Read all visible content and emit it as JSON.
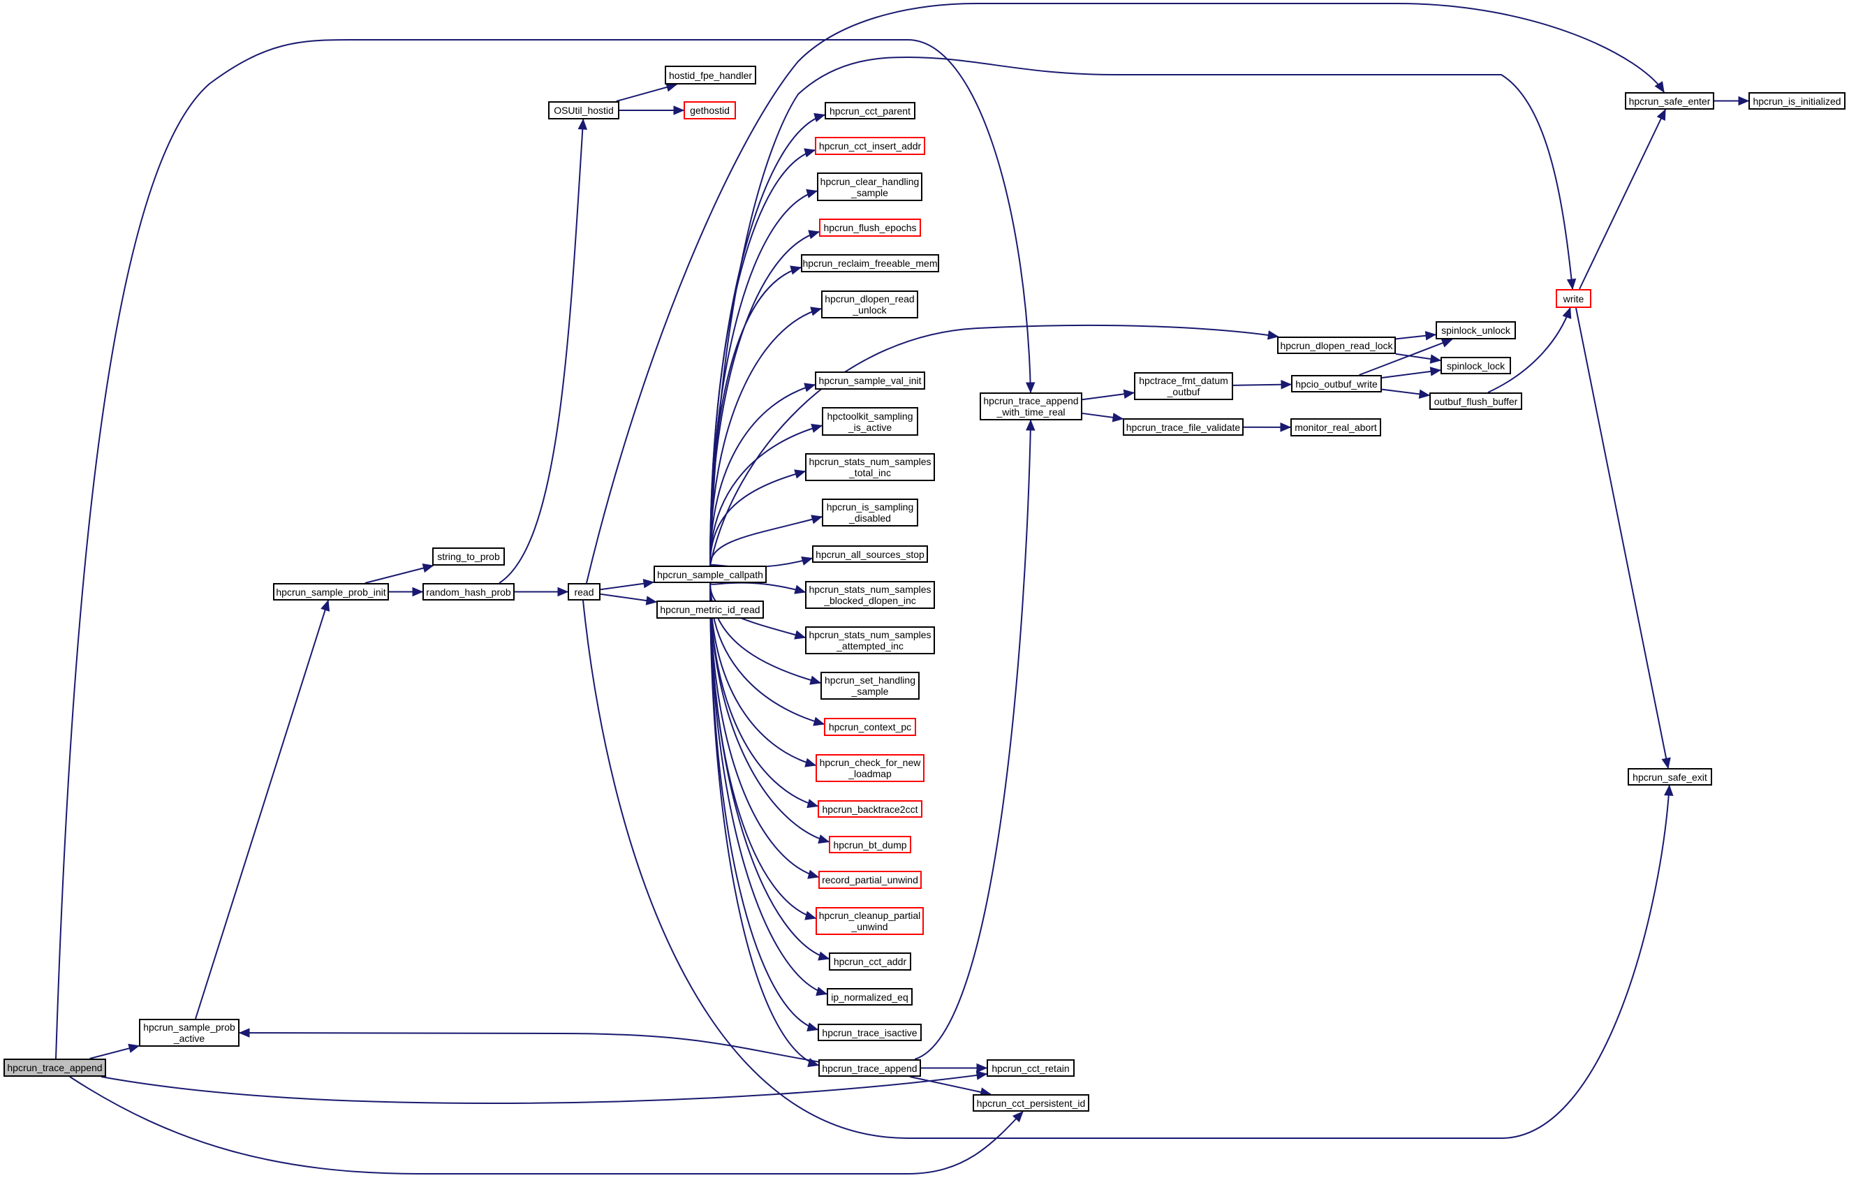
{
  "diagram": {
    "type": "call-graph",
    "root": "hpcrun_trace_append",
    "colors": {
      "edge": "#191970",
      "root_fill": "#bfbfbf",
      "node_border": "#000000",
      "undocumented_border": "#ff0000"
    },
    "nodes": {
      "root": {
        "label": "hpcrun_trace_append",
        "style": "root"
      },
      "prob_active": {
        "label": "hpcrun_sample_prob\n_active",
        "style": "normal"
      },
      "prob_init": {
        "label": "hpcrun_sample_prob_init",
        "style": "normal"
      },
      "string_to_prob": {
        "label": "string_to_prob",
        "style": "normal"
      },
      "random_hash_prob": {
        "label": "random_hash_prob",
        "style": "normal"
      },
      "osutil_hostid": {
        "label": "OSUtil_hostid",
        "style": "normal"
      },
      "hostid_fpe_handler": {
        "label": "hostid_fpe_handler",
        "style": "normal"
      },
      "gethostid": {
        "label": "gethostid",
        "style": "undoc"
      },
      "read": {
        "label": "read",
        "style": "normal"
      },
      "sample_callpath": {
        "label": "hpcrun_sample_callpath",
        "style": "normal"
      },
      "metric_id_read": {
        "label": "hpcrun_metric_id_read",
        "style": "normal"
      },
      "cct_parent": {
        "label": "hpcrun_cct_parent",
        "style": "normal"
      },
      "cct_insert_addr": {
        "label": "hpcrun_cct_insert_addr",
        "style": "undoc"
      },
      "clear_handling_sample": {
        "label": "hpcrun_clear_handling\n_sample",
        "style": "normal"
      },
      "flush_epochs": {
        "label": "hpcrun_flush_epochs",
        "style": "undoc"
      },
      "reclaim_freeable_mem": {
        "label": "hpcrun_reclaim_freeable_mem",
        "style": "normal"
      },
      "dlopen_read_unlock": {
        "label": "hpcrun_dlopen_read\n_unlock",
        "style": "normal"
      },
      "sample_val_init": {
        "label": "hpcrun_sample_val_init",
        "style": "normal"
      },
      "sampling_is_active": {
        "label": "hpctoolkit_sampling\n_is_active",
        "style": "normal"
      },
      "stats_total_inc": {
        "label": "hpcrun_stats_num_samples\n_total_inc",
        "style": "normal"
      },
      "is_sampling_disabled": {
        "label": "hpcrun_is_sampling\n_disabled",
        "style": "normal"
      },
      "all_sources_stop": {
        "label": "hpcrun_all_sources_stop",
        "style": "normal"
      },
      "stats_blocked_dlopen_inc": {
        "label": "hpcrun_stats_num_samples\n_blocked_dlopen_inc",
        "style": "normal"
      },
      "stats_attempted_inc": {
        "label": "hpcrun_stats_num_samples\n_attempted_inc",
        "style": "normal"
      },
      "set_handling_sample": {
        "label": "hpcrun_set_handling\n_sample",
        "style": "normal"
      },
      "context_pc": {
        "label": "hpcrun_context_pc",
        "style": "undoc"
      },
      "check_for_new_loadmap": {
        "label": "hpcrun_check_for_new\n_loadmap",
        "style": "undoc"
      },
      "backtrace2cct": {
        "label": "hpcrun_backtrace2cct",
        "style": "undoc"
      },
      "bt_dump": {
        "label": "hpcrun_bt_dump",
        "style": "undoc"
      },
      "record_partial_unwind": {
        "label": "record_partial_unwind",
        "style": "undoc"
      },
      "cleanup_partial_unwind": {
        "label": "hpcrun_cleanup_partial\n_unwind",
        "style": "undoc"
      },
      "cct_addr": {
        "label": "hpcrun_cct_addr",
        "style": "normal"
      },
      "ip_normalized_eq": {
        "label": "ip_normalized_eq",
        "style": "normal"
      },
      "trace_isactive": {
        "label": "hpcrun_trace_isactive",
        "style": "normal"
      },
      "trace_append2": {
        "label": "hpcrun_trace_append",
        "style": "normal"
      },
      "cct_retain": {
        "label": "hpcrun_cct_retain",
        "style": "normal"
      },
      "cct_persistent_id": {
        "label": "hpcrun_cct_persistent_id",
        "style": "normal"
      },
      "append_with_time_real": {
        "label": "hpcrun_trace_append\n_with_time_real",
        "style": "normal"
      },
      "fmt_datum_outbuf": {
        "label": "hpctrace_fmt_datum\n_outbuf",
        "style": "normal"
      },
      "trace_file_validate": {
        "label": "hpcrun_trace_file_validate",
        "style": "normal"
      },
      "dlopen_read_lock": {
        "label": "hpcrun_dlopen_read_lock",
        "style": "normal"
      },
      "hpcio_outbuf_write": {
        "label": "hpcio_outbuf_write",
        "style": "normal"
      },
      "monitor_real_abort": {
        "label": "monitor_real_abort",
        "style": "normal"
      },
      "spinlock_unlock": {
        "label": "spinlock_unlock",
        "style": "normal"
      },
      "spinlock_lock": {
        "label": "spinlock_lock",
        "style": "normal"
      },
      "outbuf_flush_buffer": {
        "label": "outbuf_flush_buffer",
        "style": "normal"
      },
      "write": {
        "label": "write",
        "style": "undoc"
      },
      "safe_enter": {
        "label": "hpcrun_safe_enter",
        "style": "normal"
      },
      "is_initialized": {
        "label": "hpcrun_is_initialized",
        "style": "normal"
      },
      "safe_exit": {
        "label": "hpcrun_safe_exit",
        "style": "normal"
      }
    },
    "edges": [
      [
        "root",
        "prob_active"
      ],
      [
        "root",
        "append_with_time_real"
      ],
      [
        "root",
        "cct_retain"
      ],
      [
        "root",
        "cct_persistent_id"
      ],
      [
        "prob_active",
        "prob_init"
      ],
      [
        "prob_init",
        "string_to_prob"
      ],
      [
        "prob_init",
        "random_hash_prob"
      ],
      [
        "random_hash_prob",
        "osutil_hostid"
      ],
      [
        "random_hash_prob",
        "read"
      ],
      [
        "osutil_hostid",
        "hostid_fpe_handler"
      ],
      [
        "osutil_hostid",
        "gethostid"
      ],
      [
        "read",
        "sample_callpath"
      ],
      [
        "read",
        "metric_id_read"
      ],
      [
        "read",
        "safe_enter"
      ],
      [
        "read",
        "safe_exit"
      ],
      [
        "sample_callpath",
        "cct_parent"
      ],
      [
        "sample_callpath",
        "cct_insert_addr"
      ],
      [
        "sample_callpath",
        "clear_handling_sample"
      ],
      [
        "sample_callpath",
        "flush_epochs"
      ],
      [
        "sample_callpath",
        "reclaim_freeable_mem"
      ],
      [
        "sample_callpath",
        "dlopen_read_unlock"
      ],
      [
        "sample_callpath",
        "dlopen_read_lock"
      ],
      [
        "sample_callpath",
        "sample_val_init"
      ],
      [
        "sample_callpath",
        "sampling_is_active"
      ],
      [
        "sample_callpath",
        "stats_total_inc"
      ],
      [
        "sample_callpath",
        "is_sampling_disabled"
      ],
      [
        "sample_callpath",
        "all_sources_stop"
      ],
      [
        "sample_callpath",
        "stats_blocked_dlopen_inc"
      ],
      [
        "sample_callpath",
        "stats_attempted_inc"
      ],
      [
        "sample_callpath",
        "set_handling_sample"
      ],
      [
        "sample_callpath",
        "context_pc"
      ],
      [
        "sample_callpath",
        "check_for_new_loadmap"
      ],
      [
        "sample_callpath",
        "backtrace2cct"
      ],
      [
        "sample_callpath",
        "bt_dump"
      ],
      [
        "sample_callpath",
        "record_partial_unwind"
      ],
      [
        "sample_callpath",
        "cleanup_partial_unwind"
      ],
      [
        "sample_callpath",
        "cct_addr"
      ],
      [
        "sample_callpath",
        "ip_normalized_eq"
      ],
      [
        "sample_callpath",
        "trace_isactive"
      ],
      [
        "sample_callpath",
        "trace_append2"
      ],
      [
        "sample_callpath",
        "write"
      ],
      [
        "trace_append2",
        "prob_active"
      ],
      [
        "trace_append2",
        "append_with_time_real"
      ],
      [
        "trace_append2",
        "cct_retain"
      ],
      [
        "trace_append2",
        "cct_persistent_id"
      ],
      [
        "append_with_time_real",
        "fmt_datum_outbuf"
      ],
      [
        "append_with_time_real",
        "trace_file_validate"
      ],
      [
        "fmt_datum_outbuf",
        "hpcio_outbuf_write"
      ],
      [
        "trace_file_validate",
        "monitor_real_abort"
      ],
      [
        "dlopen_read_lock",
        "spinlock_unlock"
      ],
      [
        "dlopen_read_lock",
        "spinlock_lock"
      ],
      [
        "hpcio_outbuf_write",
        "spinlock_unlock"
      ],
      [
        "hpcio_outbuf_write",
        "spinlock_lock"
      ],
      [
        "hpcio_outbuf_write",
        "outbuf_flush_buffer"
      ],
      [
        "outbuf_flush_buffer",
        "write"
      ],
      [
        "write",
        "safe_enter"
      ],
      [
        "write",
        "safe_exit"
      ],
      [
        "safe_enter",
        "is_initialized"
      ]
    ]
  }
}
